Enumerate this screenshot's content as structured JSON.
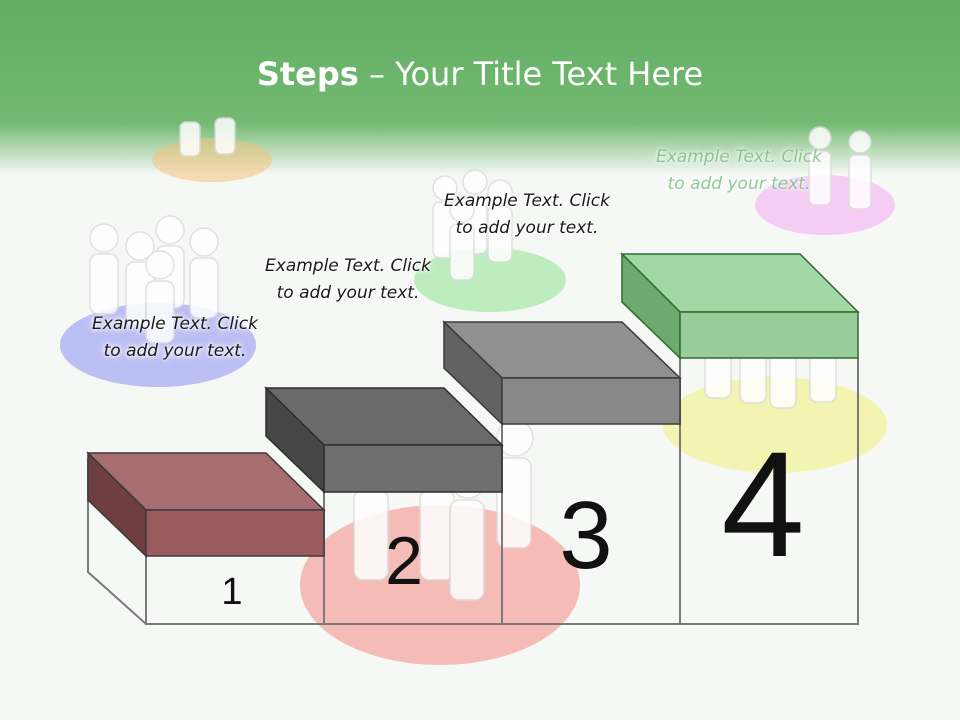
{
  "title": {
    "bold": "Steps",
    "rest": " – Your Title Text Here"
  },
  "captions": [
    "Example Text. Click  to add your text.",
    "Example Text. Click  to add your text.",
    "Example Text. Click  to add your text.",
    "Example Text. Click  to add your text."
  ],
  "steps": [
    {
      "number": "1",
      "color": "#9b5b5e"
    },
    {
      "number": "2",
      "color": "#707070"
    },
    {
      "number": "3",
      "color": "#8c8c8c"
    },
    {
      "number": "4",
      "color": "#98cc98"
    }
  ],
  "colors": {
    "header": "#6db56d"
  }
}
